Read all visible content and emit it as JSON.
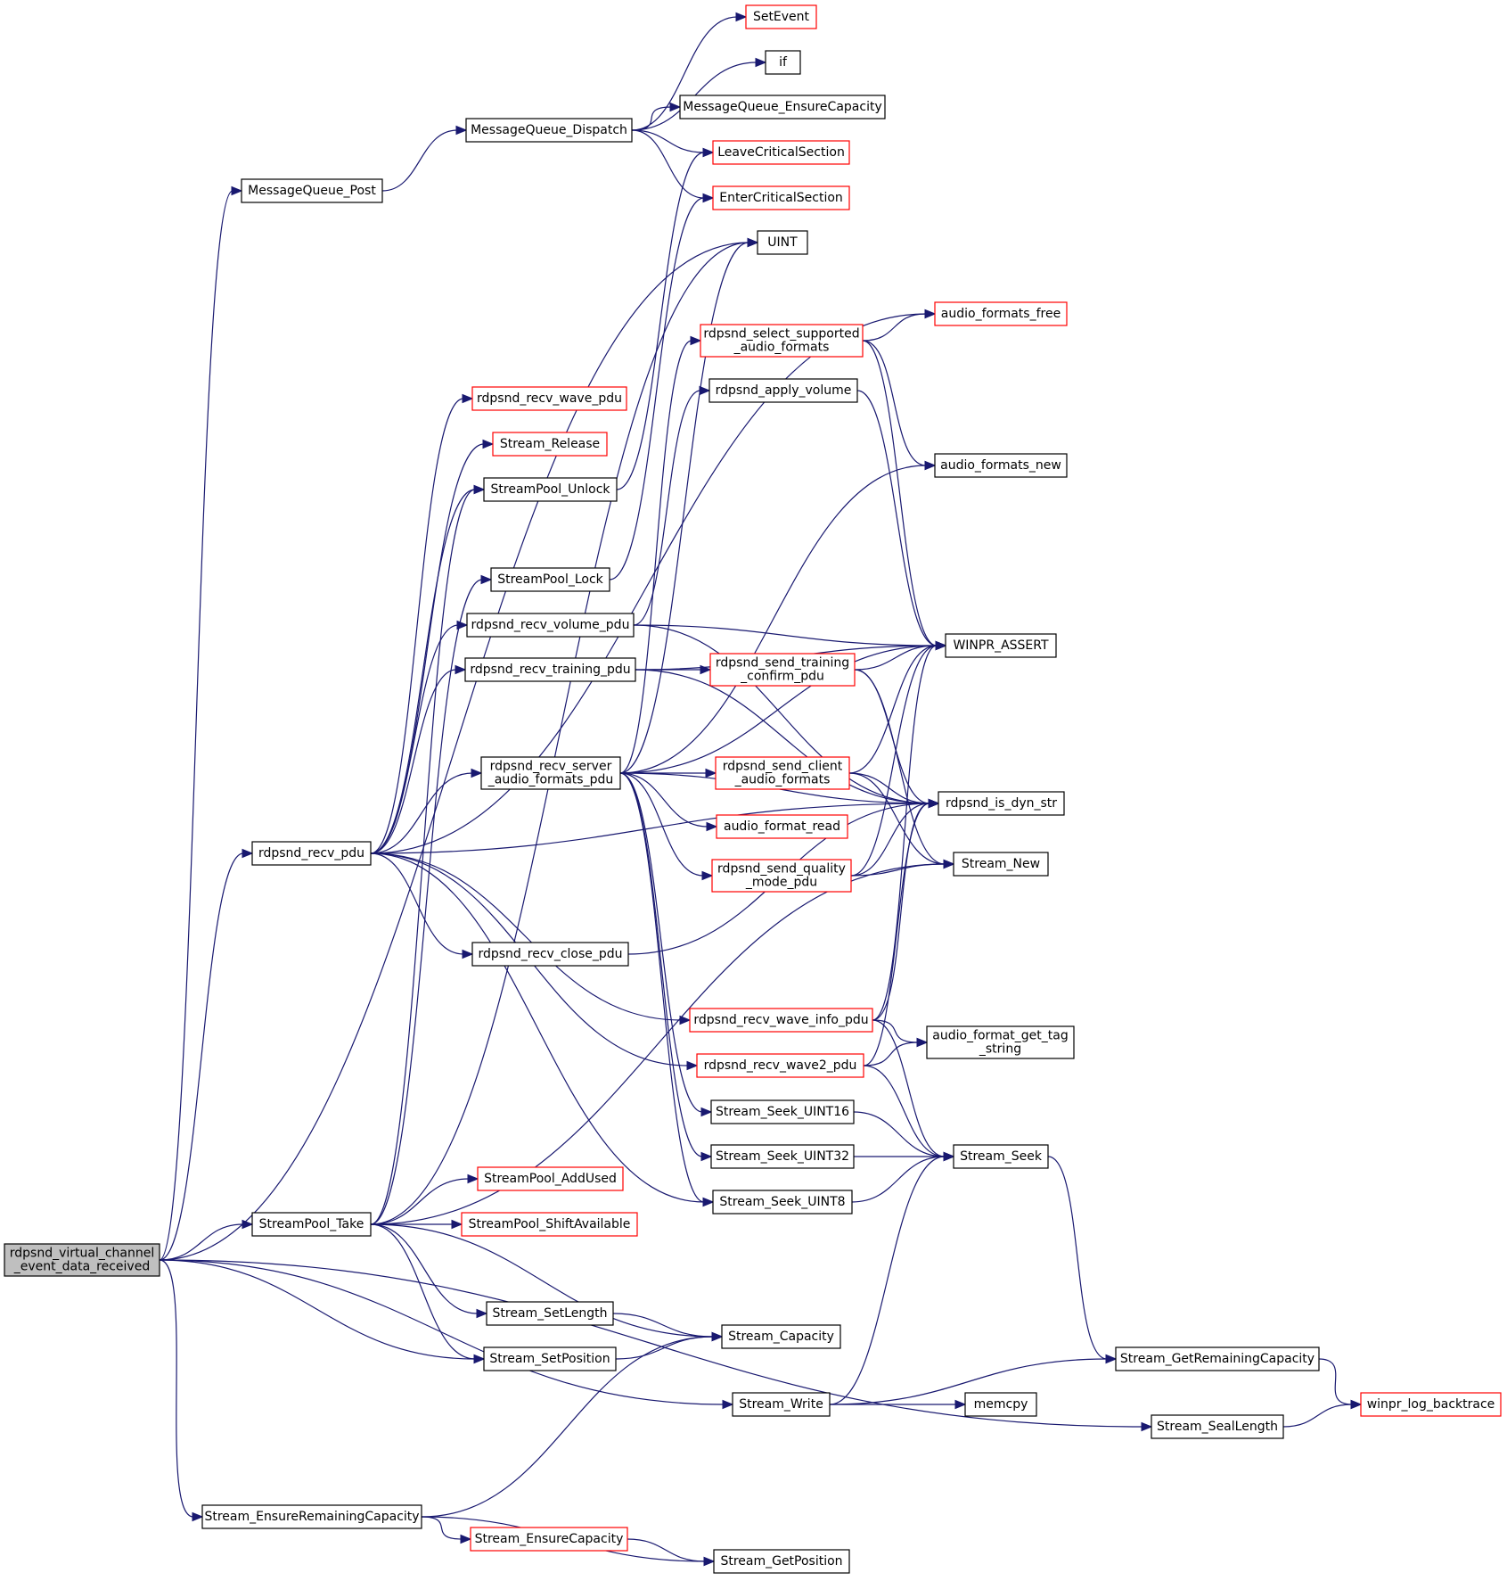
{
  "colors": {
    "edge": "#191970",
    "border_default": "#000000",
    "border_external": "#ff0000",
    "fill_default": "#ffffff",
    "fill_root": "#bfbfbf"
  },
  "nodes": [
    {
      "id": "root",
      "lines": [
        "rdpsnd_virtual_channel",
        "_event_data_received"
      ],
      "style": "root"
    },
    {
      "id": "mq_post",
      "lines": [
        "MessageQueue_Post"
      ],
      "style": "default"
    },
    {
      "id": "mq_dispatch",
      "lines": [
        "MessageQueue_Dispatch"
      ],
      "style": "default"
    },
    {
      "id": "setevent",
      "lines": [
        "SetEvent"
      ],
      "style": "external"
    },
    {
      "id": "if",
      "lines": [
        "if"
      ],
      "style": "default"
    },
    {
      "id": "mq_ensure",
      "lines": [
        "MessageQueue_EnsureCapacity"
      ],
      "style": "default"
    },
    {
      "id": "leave_cs",
      "lines": [
        "LeaveCriticalSection"
      ],
      "style": "external"
    },
    {
      "id": "enter_cs",
      "lines": [
        "EnterCriticalSection"
      ],
      "style": "external"
    },
    {
      "id": "uint",
      "lines": [
        "UINT"
      ],
      "style": "default"
    },
    {
      "id": "af_free",
      "lines": [
        "audio_formats_free"
      ],
      "style": "external"
    },
    {
      "id": "select_fmt",
      "lines": [
        "rdpsnd_select_supported",
        "_audio_formats"
      ],
      "style": "external"
    },
    {
      "id": "apply_vol",
      "lines": [
        "rdpsnd_apply_volume"
      ],
      "style": "default"
    },
    {
      "id": "recv_wave",
      "lines": [
        "rdpsnd_recv_wave_pdu"
      ],
      "style": "external"
    },
    {
      "id": "s_release",
      "lines": [
        "Stream_Release"
      ],
      "style": "external"
    },
    {
      "id": "sp_unlock",
      "lines": [
        "StreamPool_Unlock"
      ],
      "style": "default"
    },
    {
      "id": "af_new",
      "lines": [
        "audio_formats_new"
      ],
      "style": "default"
    },
    {
      "id": "sp_lock",
      "lines": [
        "StreamPool_Lock"
      ],
      "style": "default"
    },
    {
      "id": "recv_vol",
      "lines": [
        "rdpsnd_recv_volume_pdu"
      ],
      "style": "default"
    },
    {
      "id": "winpr_assert",
      "lines": [
        "WINPR_ASSERT"
      ],
      "style": "default"
    },
    {
      "id": "recv_train",
      "lines": [
        "rdpsnd_recv_training_pdu"
      ],
      "style": "default"
    },
    {
      "id": "send_train",
      "lines": [
        "rdpsnd_send_training",
        "_confirm_pdu"
      ],
      "style": "external"
    },
    {
      "id": "recv_server",
      "lines": [
        "rdpsnd_recv_server",
        "_audio_formats_pdu"
      ],
      "style": "default"
    },
    {
      "id": "send_client",
      "lines": [
        "rdpsnd_send_client",
        "_audio_formats"
      ],
      "style": "external"
    },
    {
      "id": "is_dyn",
      "lines": [
        "rdpsnd_is_dyn_str"
      ],
      "style": "default"
    },
    {
      "id": "af_read",
      "lines": [
        "audio_format_read"
      ],
      "style": "external"
    },
    {
      "id": "recv_pdu",
      "lines": [
        "rdpsnd_recv_pdu"
      ],
      "style": "default"
    },
    {
      "id": "send_quality",
      "lines": [
        "rdpsnd_send_quality",
        "_mode_pdu"
      ],
      "style": "external"
    },
    {
      "id": "s_new",
      "lines": [
        "Stream_New"
      ],
      "style": "default"
    },
    {
      "id": "recv_close",
      "lines": [
        "rdpsnd_recv_close_pdu"
      ],
      "style": "default"
    },
    {
      "id": "recv_wave_info",
      "lines": [
        "rdpsnd_recv_wave_info_pdu"
      ],
      "style": "external"
    },
    {
      "id": "af_tag",
      "lines": [
        "audio_format_get_tag",
        "_string"
      ],
      "style": "default"
    },
    {
      "id": "recv_wave2",
      "lines": [
        "rdpsnd_recv_wave2_pdu"
      ],
      "style": "external"
    },
    {
      "id": "seek16",
      "lines": [
        "Stream_Seek_UINT16"
      ],
      "style": "default"
    },
    {
      "id": "seek32",
      "lines": [
        "Stream_Seek_UINT32"
      ],
      "style": "default"
    },
    {
      "id": "s_seek",
      "lines": [
        "Stream_Seek"
      ],
      "style": "default"
    },
    {
      "id": "seek8",
      "lines": [
        "Stream_Seek_UINT8"
      ],
      "style": "default"
    },
    {
      "id": "sp_adduse",
      "lines": [
        "StreamPool_AddUsed"
      ],
      "style": "external"
    },
    {
      "id": "sp_take",
      "lines": [
        "StreamPool_Take"
      ],
      "style": "default"
    },
    {
      "id": "sp_shift",
      "lines": [
        "StreamPool_ShiftAvailable"
      ],
      "style": "external"
    },
    {
      "id": "s_setlen",
      "lines": [
        "Stream_SetLength"
      ],
      "style": "default"
    },
    {
      "id": "s_cap",
      "lines": [
        "Stream_Capacity"
      ],
      "style": "default"
    },
    {
      "id": "s_setpos",
      "lines": [
        "Stream_SetPosition"
      ],
      "style": "default"
    },
    {
      "id": "s_getrem",
      "lines": [
        "Stream_GetRemainingCapacity"
      ],
      "style": "default"
    },
    {
      "id": "s_write",
      "lines": [
        "Stream_Write"
      ],
      "style": "default"
    },
    {
      "id": "memcpy",
      "lines": [
        "memcpy"
      ],
      "style": "default"
    },
    {
      "id": "log_bt",
      "lines": [
        "winpr_log_backtrace"
      ],
      "style": "external"
    },
    {
      "id": "s_seal",
      "lines": [
        "Stream_SealLength"
      ],
      "style": "default"
    },
    {
      "id": "s_ensure_rem",
      "lines": [
        "Stream_EnsureRemainingCapacity"
      ],
      "style": "default"
    },
    {
      "id": "s_ensure_cap",
      "lines": [
        "Stream_EnsureCapacity"
      ],
      "style": "external"
    },
    {
      "id": "s_getpos",
      "lines": [
        "Stream_GetPosition"
      ],
      "style": "default"
    }
  ],
  "edges": [
    [
      "root",
      "mq_post"
    ],
    [
      "root",
      "uint"
    ],
    [
      "root",
      "recv_pdu"
    ],
    [
      "root",
      "sp_take"
    ],
    [
      "root",
      "s_setpos"
    ],
    [
      "root",
      "s_write"
    ],
    [
      "root",
      "s_seal"
    ],
    [
      "root",
      "s_ensure_rem"
    ],
    [
      "mq_post",
      "mq_dispatch"
    ],
    [
      "mq_dispatch",
      "setevent"
    ],
    [
      "mq_dispatch",
      "if"
    ],
    [
      "mq_dispatch",
      "mq_ensure"
    ],
    [
      "mq_dispatch",
      "leave_cs"
    ],
    [
      "mq_dispatch",
      "enter_cs"
    ],
    [
      "recv_pdu",
      "recv_wave"
    ],
    [
      "recv_pdu",
      "s_release"
    ],
    [
      "recv_pdu",
      "sp_unlock"
    ],
    [
      "recv_pdu",
      "recv_vol"
    ],
    [
      "recv_pdu",
      "recv_train"
    ],
    [
      "recv_pdu",
      "recv_server"
    ],
    [
      "recv_pdu",
      "af_free"
    ],
    [
      "recv_pdu",
      "is_dyn"
    ],
    [
      "recv_pdu",
      "recv_close"
    ],
    [
      "recv_pdu",
      "recv_wave_info"
    ],
    [
      "recv_pdu",
      "recv_wave2"
    ],
    [
      "recv_pdu",
      "seek8"
    ],
    [
      "sp_unlock",
      "leave_cs"
    ],
    [
      "sp_lock",
      "enter_cs"
    ],
    [
      "recv_vol",
      "apply_vol"
    ],
    [
      "recv_vol",
      "winpr_assert"
    ],
    [
      "recv_vol",
      "is_dyn"
    ],
    [
      "recv_train",
      "send_train"
    ],
    [
      "recv_train",
      "winpr_assert"
    ],
    [
      "recv_train",
      "is_dyn"
    ],
    [
      "recv_server",
      "uint"
    ],
    [
      "recv_server",
      "select_fmt"
    ],
    [
      "recv_server",
      "af_new"
    ],
    [
      "recv_server",
      "send_client"
    ],
    [
      "recv_server",
      "af_read"
    ],
    [
      "recv_server",
      "send_quality"
    ],
    [
      "recv_server",
      "is_dyn"
    ],
    [
      "recv_server",
      "seek16"
    ],
    [
      "recv_server",
      "seek32"
    ],
    [
      "recv_server",
      "seek8"
    ],
    [
      "recv_server",
      "winpr_assert"
    ],
    [
      "select_fmt",
      "af_free"
    ],
    [
      "select_fmt",
      "af_new"
    ],
    [
      "select_fmt",
      "winpr_assert"
    ],
    [
      "apply_vol",
      "winpr_assert"
    ],
    [
      "send_train",
      "winpr_assert"
    ],
    [
      "send_train",
      "is_dyn"
    ],
    [
      "send_train",
      "s_new"
    ],
    [
      "send_client",
      "winpr_assert"
    ],
    [
      "send_client",
      "is_dyn"
    ],
    [
      "send_client",
      "s_new"
    ],
    [
      "send_quality",
      "is_dyn"
    ],
    [
      "send_quality",
      "s_new"
    ],
    [
      "send_quality",
      "winpr_assert"
    ],
    [
      "recv_close",
      "is_dyn"
    ],
    [
      "recv_wave_info",
      "winpr_assert"
    ],
    [
      "recv_wave_info",
      "is_dyn"
    ],
    [
      "recv_wave_info",
      "af_tag"
    ],
    [
      "recv_wave_info",
      "s_seek"
    ],
    [
      "recv_wave2",
      "is_dyn"
    ],
    [
      "recv_wave2",
      "af_tag"
    ],
    [
      "recv_wave2",
      "s_seek"
    ],
    [
      "seek16",
      "s_seek"
    ],
    [
      "seek32",
      "s_seek"
    ],
    [
      "seek8",
      "s_seek"
    ],
    [
      "sp_take",
      "sp_unlock"
    ],
    [
      "sp_take",
      "sp_lock"
    ],
    [
      "sp_take",
      "sp_adduse"
    ],
    [
      "sp_take",
      "sp_shift"
    ],
    [
      "sp_take",
      "s_setlen"
    ],
    [
      "sp_take",
      "s_setpos"
    ],
    [
      "sp_take",
      "s_cap"
    ],
    [
      "sp_take",
      "s_new"
    ],
    [
      "sp_take",
      "uint"
    ],
    [
      "s_setlen",
      "s_cap"
    ],
    [
      "s_setpos",
      "s_cap"
    ],
    [
      "s_seek",
      "s_getrem"
    ],
    [
      "s_getrem",
      "log_bt"
    ],
    [
      "s_write",
      "s_seek"
    ],
    [
      "s_write",
      "memcpy"
    ],
    [
      "s_write",
      "s_getrem"
    ],
    [
      "s_seal",
      "log_bt"
    ],
    [
      "s_ensure_rem",
      "s_cap"
    ],
    [
      "s_ensure_rem",
      "s_ensure_cap"
    ],
    [
      "s_ensure_rem",
      "s_getpos"
    ],
    [
      "s_ensure_cap",
      "s_getpos"
    ]
  ]
}
